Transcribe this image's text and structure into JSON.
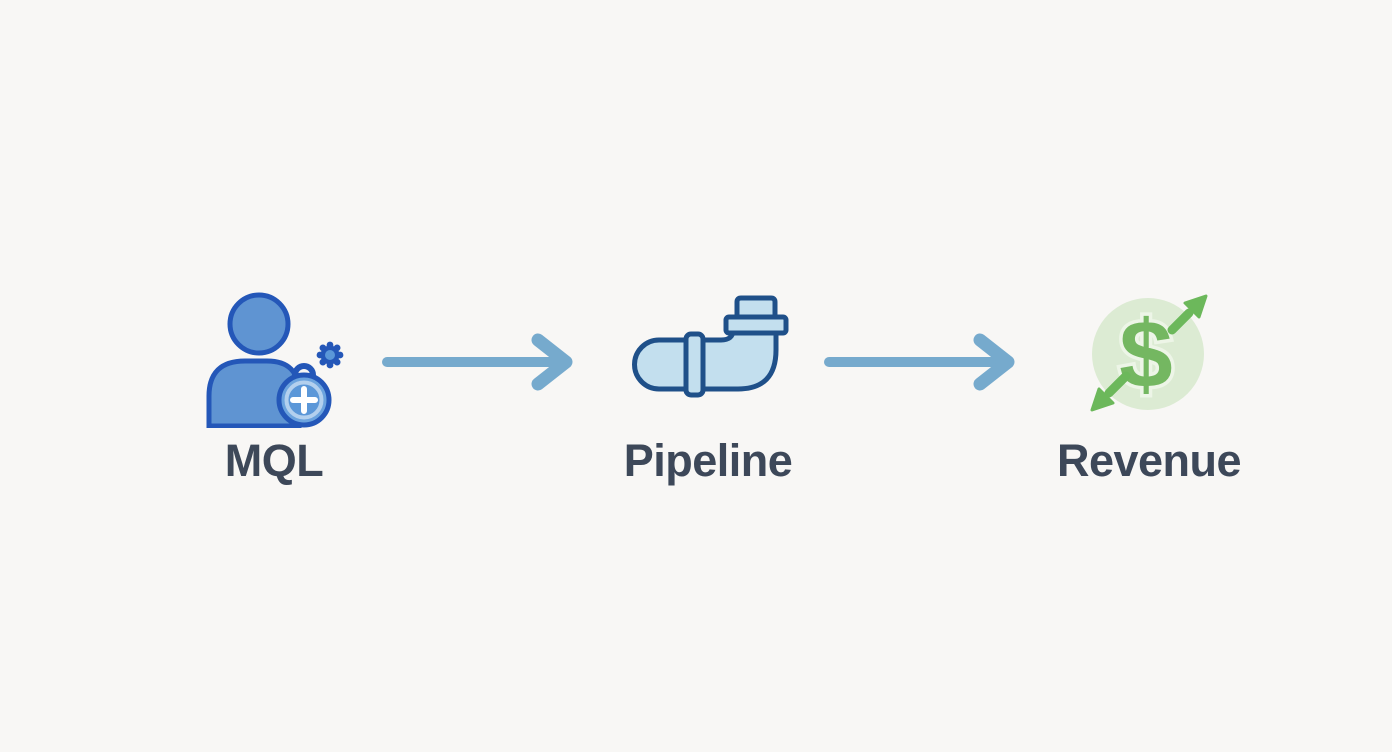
{
  "diagram": {
    "type": "flow",
    "stages": [
      {
        "label": "MQL",
        "icon": "person-add-icon"
      },
      {
        "label": "Pipeline",
        "icon": "pipe-icon"
      },
      {
        "label": "Revenue",
        "icon": "dollar-cycle-icon"
      }
    ],
    "connectors": [
      {
        "icon": "arrow-right-icon"
      },
      {
        "icon": "arrow-right-icon"
      }
    ],
    "revenue_symbol": "$",
    "colors": {
      "background": "#f8f7f5",
      "label_text": "#3d4859",
      "person_fill": "#5f94d2",
      "person_stroke": "#2457b8",
      "badge_fill": "#6ba3de",
      "badge_inner": "#5b97d8",
      "pipe_fill": "#c3dfee",
      "pipe_stroke": "#1f5089",
      "connector_arrow": "#76aacd",
      "revenue_circle": "#dcebd3",
      "revenue_green": "#74b761"
    }
  }
}
